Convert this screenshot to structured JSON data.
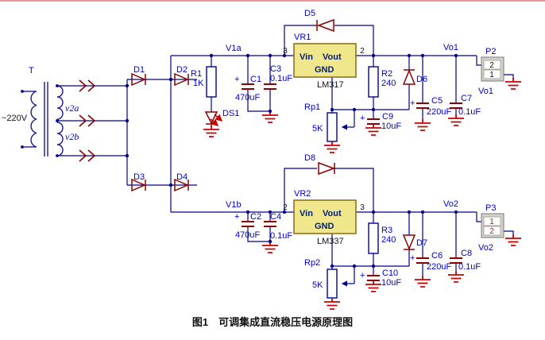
{
  "caption": "图1　可调集成直流稳压电源原理图",
  "colors": {
    "wire": "#00008B",
    "symbol": "#8B0000",
    "ground": "#CC0000",
    "label": "#0000CC",
    "ic_fill": "#F0E68C"
  },
  "transformer": {
    "name": "T",
    "primary": "~220V",
    "winding_a": "v2a",
    "winding_b": "v2b"
  },
  "bridge": {
    "d1": "D1",
    "d2": "D2",
    "d3": "D3",
    "d4": "D4"
  },
  "led": {
    "name": "DS1"
  },
  "resistors": {
    "r1": {
      "name": "R1",
      "value": "1K"
    },
    "r2": {
      "name": "R2",
      "value": "240"
    },
    "r3": {
      "name": "R3",
      "value": "240"
    }
  },
  "pots": {
    "rp1": {
      "name": "Rp1",
      "value": "5K"
    },
    "rp2": {
      "name": "Rp2",
      "value": "5K"
    }
  },
  "caps": {
    "c1": {
      "name": "C1",
      "value": "470uF",
      "polarity": "+"
    },
    "c2": {
      "name": "C2",
      "value": "470uF",
      "polarity": "+"
    },
    "c3": {
      "name": "C3",
      "value": "0.1uF"
    },
    "c4": {
      "name": "C4",
      "value": "0.1uF"
    },
    "c5": {
      "name": "C5",
      "value": "220uF",
      "polarity": "+"
    },
    "c6": {
      "name": "C6",
      "value": "220uF",
      "polarity": "+"
    },
    "c7": {
      "name": "C7",
      "value": "0.1uF"
    },
    "c8": {
      "name": "C8",
      "value": "0.1uF"
    },
    "c9": {
      "name": "C9",
      "value": "10uF",
      "polarity": "+"
    },
    "c10": {
      "name": "C10",
      "value": "10uF",
      "polarity": "+"
    }
  },
  "protection_diodes": {
    "d5": "D5",
    "d6": "D6",
    "d7": "D7",
    "d8": "D8"
  },
  "regulators": {
    "vr1": {
      "ref": "VR1",
      "part": "LM317",
      "pin_left": "3",
      "pin_right": "2",
      "vin": "Vin",
      "vout": "Vout",
      "gnd": "GND"
    },
    "vr2": {
      "ref": "VR2",
      "part": "LM337",
      "pin_left": "2",
      "pin_right": "3",
      "vin": "Vin",
      "vout": "Vout",
      "gnd": "GND"
    }
  },
  "nets": {
    "v1a": "V1a",
    "v1b": "V1b",
    "vo1": "Vo1",
    "vo2": "Vo2"
  },
  "connectors": {
    "p2": {
      "name": "P2",
      "pin_top": "2",
      "pin_bottom": "1",
      "net": "Vo1"
    },
    "p3": {
      "name": "P3",
      "pin_top": "1",
      "pin_bottom": "2",
      "net": "Vo2"
    }
  }
}
